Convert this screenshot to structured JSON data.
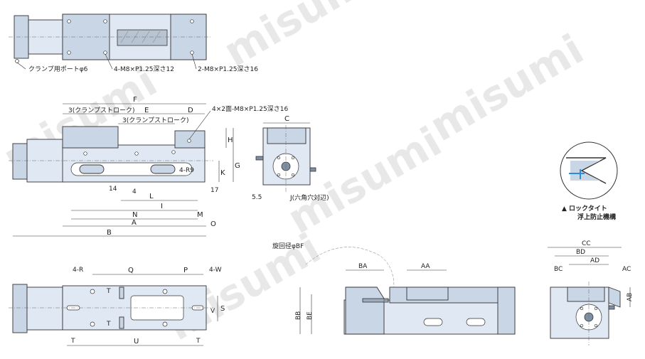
{
  "watermark": "misumi",
  "top_view": {
    "port_note": "クランプ用ポートφ6",
    "tap_note_1": "4-M8×P1.25深さ12",
    "tap_note_2": "2-M8×P1.25深さ16"
  },
  "front_view": {
    "F": "F",
    "stroke_1": "3(クランプストローク)",
    "E": "E",
    "D": "D",
    "stroke_2": "3(クランプストローク)",
    "face_note": "4×2面-M8×P1.25深さ16",
    "H": "H",
    "G": "G",
    "K": "K",
    "R": "4-R9",
    "d14": "14",
    "d4": "4",
    "d17": "17",
    "L": "L",
    "I": "I",
    "N": "N",
    "M": "M",
    "A": "A",
    "O": "O",
    "B": "B"
  },
  "side_view": {
    "C": "C",
    "d55": "5.5",
    "J": "J(六角穴対辺)"
  },
  "lock_detail": {
    "caption_1": "▲ ロックタイト",
    "caption_2": "浮上防止機構"
  },
  "bottom_view": {
    "R4": "4-R",
    "Q": "Q",
    "P": "P",
    "W4": "4-W",
    "T1": "T",
    "T2": "T",
    "V": "V",
    "S": "S",
    "T3": "T",
    "U": "U",
    "T4": "T"
  },
  "iso_view": {
    "swing": "旋回径φBF",
    "BA": "BA",
    "AA": "AA",
    "BB": "BB",
    "BE": "BE"
  },
  "end_view": {
    "CC": "CC",
    "BD": "BD",
    "AD": "AD",
    "BC": "BC",
    "AC": "AC",
    "AB": "AB"
  }
}
